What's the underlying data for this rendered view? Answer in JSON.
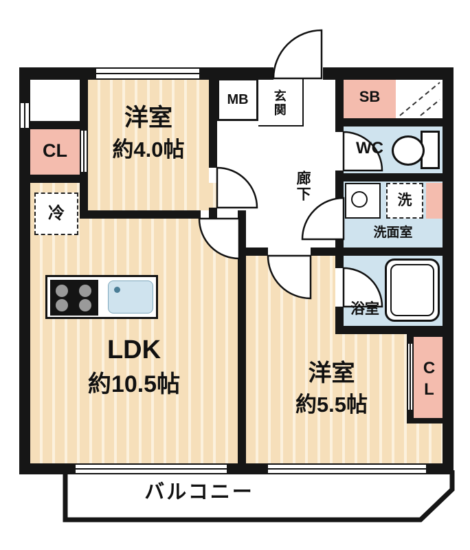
{
  "plan": {
    "rooms": {
      "bedroom1": {
        "name": "洋室",
        "size": "約4.0帖"
      },
      "ldk": {
        "name": "LDK",
        "size": "約10.5帖"
      },
      "bedroom2": {
        "name": "洋室",
        "size": "約5.5帖"
      },
      "closet_left": {
        "label": "CL"
      },
      "closet_right": {
        "label": "CL"
      },
      "fridge": {
        "label": "冷"
      },
      "meter_box": {
        "label": "MB"
      },
      "entrance": {
        "label": "玄関"
      },
      "shoe_box": {
        "label": "SB"
      },
      "toilet": {
        "label": "WC"
      },
      "hallway": {
        "label": "廊下"
      },
      "washer": {
        "label": "洗"
      },
      "washroom": {
        "label": "洗面室"
      },
      "bathroom": {
        "label": "浴室"
      },
      "balcony": {
        "label": "バルコニー"
      }
    },
    "colors": {
      "wall": "#161616",
      "floor_stripe_a": "#f6dfba",
      "floor_stripe_b": "#fcf1dd",
      "closet_pink": "#f4bcae",
      "wet_area_blue": "#cfe3ee"
    }
  }
}
